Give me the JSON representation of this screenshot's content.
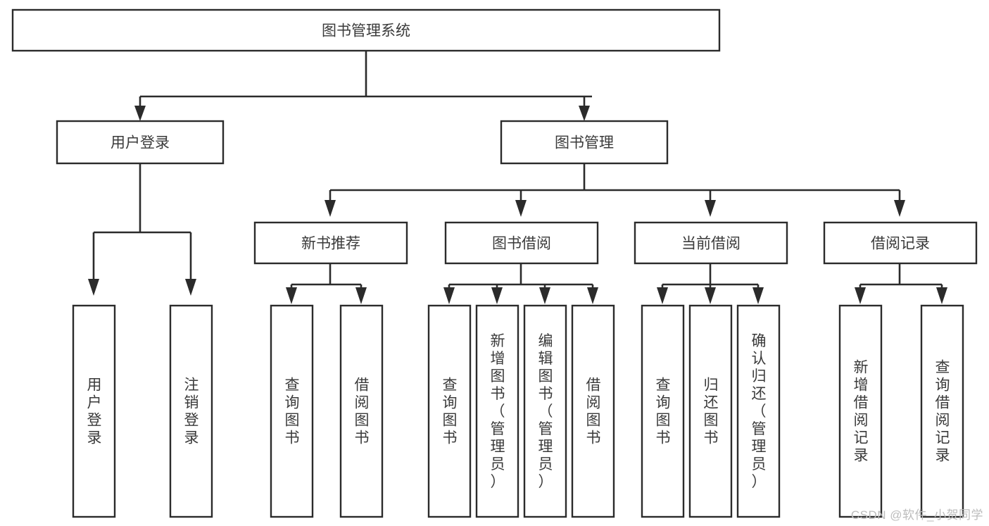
{
  "diagram": {
    "type": "tree-hierarchy",
    "title": "图书管理系统",
    "watermark": "CSDN @软件_小贺同学",
    "colors": {
      "background": "#ffffff",
      "box_stroke": "#2b2b2b",
      "box_fill": "#ffffff",
      "text": "#3a3a3a",
      "connector": "#2b2b2b",
      "watermark": "#bcbcbc"
    },
    "levels": [
      {
        "level": 1,
        "nodes": [
          {
            "id": "root",
            "label": "图书管理系统",
            "orientation": "horizontal"
          }
        ]
      },
      {
        "level": 2,
        "nodes": [
          {
            "id": "login",
            "label": "用户登录",
            "orientation": "horizontal",
            "parent": "root"
          },
          {
            "id": "bookmgmt",
            "label": "图书管理",
            "orientation": "horizontal",
            "parent": "root"
          }
        ]
      },
      {
        "level": 3,
        "nodes": [
          {
            "id": "newbook",
            "label": "新书推荐",
            "orientation": "horizontal",
            "parent": "bookmgmt"
          },
          {
            "id": "borrow",
            "label": "图书借阅",
            "orientation": "horizontal",
            "parent": "bookmgmt"
          },
          {
            "id": "current",
            "label": "当前借阅",
            "orientation": "horizontal",
            "parent": "bookmgmt"
          },
          {
            "id": "records",
            "label": "借阅记录",
            "orientation": "horizontal",
            "parent": "bookmgmt"
          }
        ]
      },
      {
        "level": 4,
        "nodes": [
          {
            "id": "leaf1",
            "label": "用户登录",
            "orientation": "vertical",
            "parent": "login"
          },
          {
            "id": "leaf2",
            "label": "注销登录",
            "orientation": "vertical",
            "parent": "login"
          },
          {
            "id": "leaf3",
            "label": "查询图书",
            "orientation": "vertical",
            "parent": "newbook"
          },
          {
            "id": "leaf4",
            "label": "借阅图书",
            "orientation": "vertical",
            "parent": "newbook"
          },
          {
            "id": "leaf5",
            "label": "查询图书",
            "orientation": "vertical",
            "parent": "borrow"
          },
          {
            "id": "leaf6",
            "label": "新增图书（管理员）",
            "orientation": "vertical",
            "parent": "borrow"
          },
          {
            "id": "leaf7",
            "label": "编辑图书（管理员）",
            "orientation": "vertical",
            "parent": "borrow"
          },
          {
            "id": "leaf8",
            "label": "借阅图书",
            "orientation": "vertical",
            "parent": "borrow"
          },
          {
            "id": "leaf9",
            "label": "查询图书",
            "orientation": "vertical",
            "parent": "current"
          },
          {
            "id": "leaf10",
            "label": "归还图书",
            "orientation": "vertical",
            "parent": "current"
          },
          {
            "id": "leaf11",
            "label": "确认归还（管理员）",
            "orientation": "vertical",
            "parent": "current"
          },
          {
            "id": "leaf12",
            "label": "新增借阅记录",
            "orientation": "vertical",
            "parent": "records"
          },
          {
            "id": "leaf13",
            "label": "查询借阅记录",
            "orientation": "vertical",
            "parent": "records"
          }
        ]
      }
    ]
  }
}
